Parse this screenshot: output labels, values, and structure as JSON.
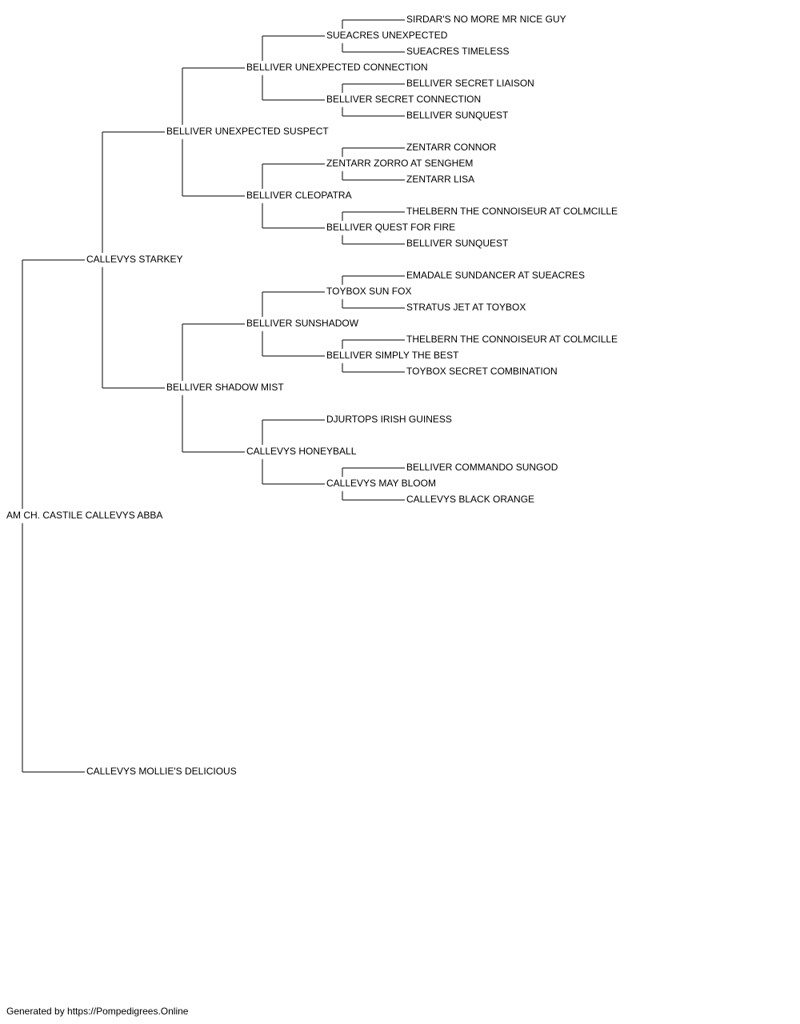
{
  "pedigree": {
    "name": "AM CH. CASTILE CALLEVYS ABBA",
    "sire": {
      "name": "CALLEVYS STARKEY",
      "sire": {
        "name": "BELLIVER UNEXPECTED SUSPECT",
        "sire": {
          "name": "BELLIVER UNEXPECTED CONNECTION",
          "sire": {
            "name": "SUEACRES UNEXPECTED",
            "sire": {
              "name": "SIRDAR'S NO MORE MR NICE GUY"
            },
            "dam": {
              "name": "SUEACRES TIMELESS"
            }
          },
          "dam": {
            "name": "BELLIVER SECRET CONNECTION",
            "sire": {
              "name": "BELLIVER SECRET LIAISON"
            },
            "dam": {
              "name": "BELLIVER SUNQUEST"
            }
          }
        },
        "dam": {
          "name": "BELLIVER CLEOPATRA",
          "sire": {
            "name": "ZENTARR ZORRO AT SENGHEM",
            "sire": {
              "name": "ZENTARR CONNOR"
            },
            "dam": {
              "name": "ZENTARR LISA"
            }
          },
          "dam": {
            "name": "BELLIVER QUEST FOR FIRE",
            "sire": {
              "name": "THELBERN THE CONNOISEUR AT COLMCILLE"
            },
            "dam": {
              "name": "BELLIVER SUNQUEST"
            }
          }
        }
      },
      "dam": {
        "name": "BELLIVER SHADOW MIST",
        "sire": {
          "name": "BELLIVER SUNSHADOW",
          "sire": {
            "name": "TOYBOX SUN FOX",
            "sire": {
              "name": "EMADALE SUNDANCER AT SUEACRES"
            },
            "dam": {
              "name": "STRATUS JET AT TOYBOX"
            }
          },
          "dam": {
            "name": "BELLIVER SIMPLY THE BEST",
            "sire": {
              "name": "THELBERN THE CONNOISEUR AT COLMCILLE"
            },
            "dam": {
              "name": "TOYBOX SECRET COMBINATION"
            }
          }
        },
        "dam": {
          "name": "CALLEVYS HONEYBALL",
          "sire": {
            "name": "DJURTOPS IRISH GUINESS"
          },
          "dam": {
            "name": "CALLEVYS MAY BLOOM",
            "sire": {
              "name": "BELLIVER COMMANDO SUNGOD"
            },
            "dam": {
              "name": "CALLEVYS BLACK ORANGE"
            }
          }
        }
      }
    },
    "dam": {
      "name": "CALLEVYS MOLLIE'S DELICIOUS"
    }
  },
  "footer": "Generated by https://Pompedigrees.Online",
  "colors": {
    "line": "#000000",
    "text": "#000000",
    "background": "#ffffff"
  }
}
